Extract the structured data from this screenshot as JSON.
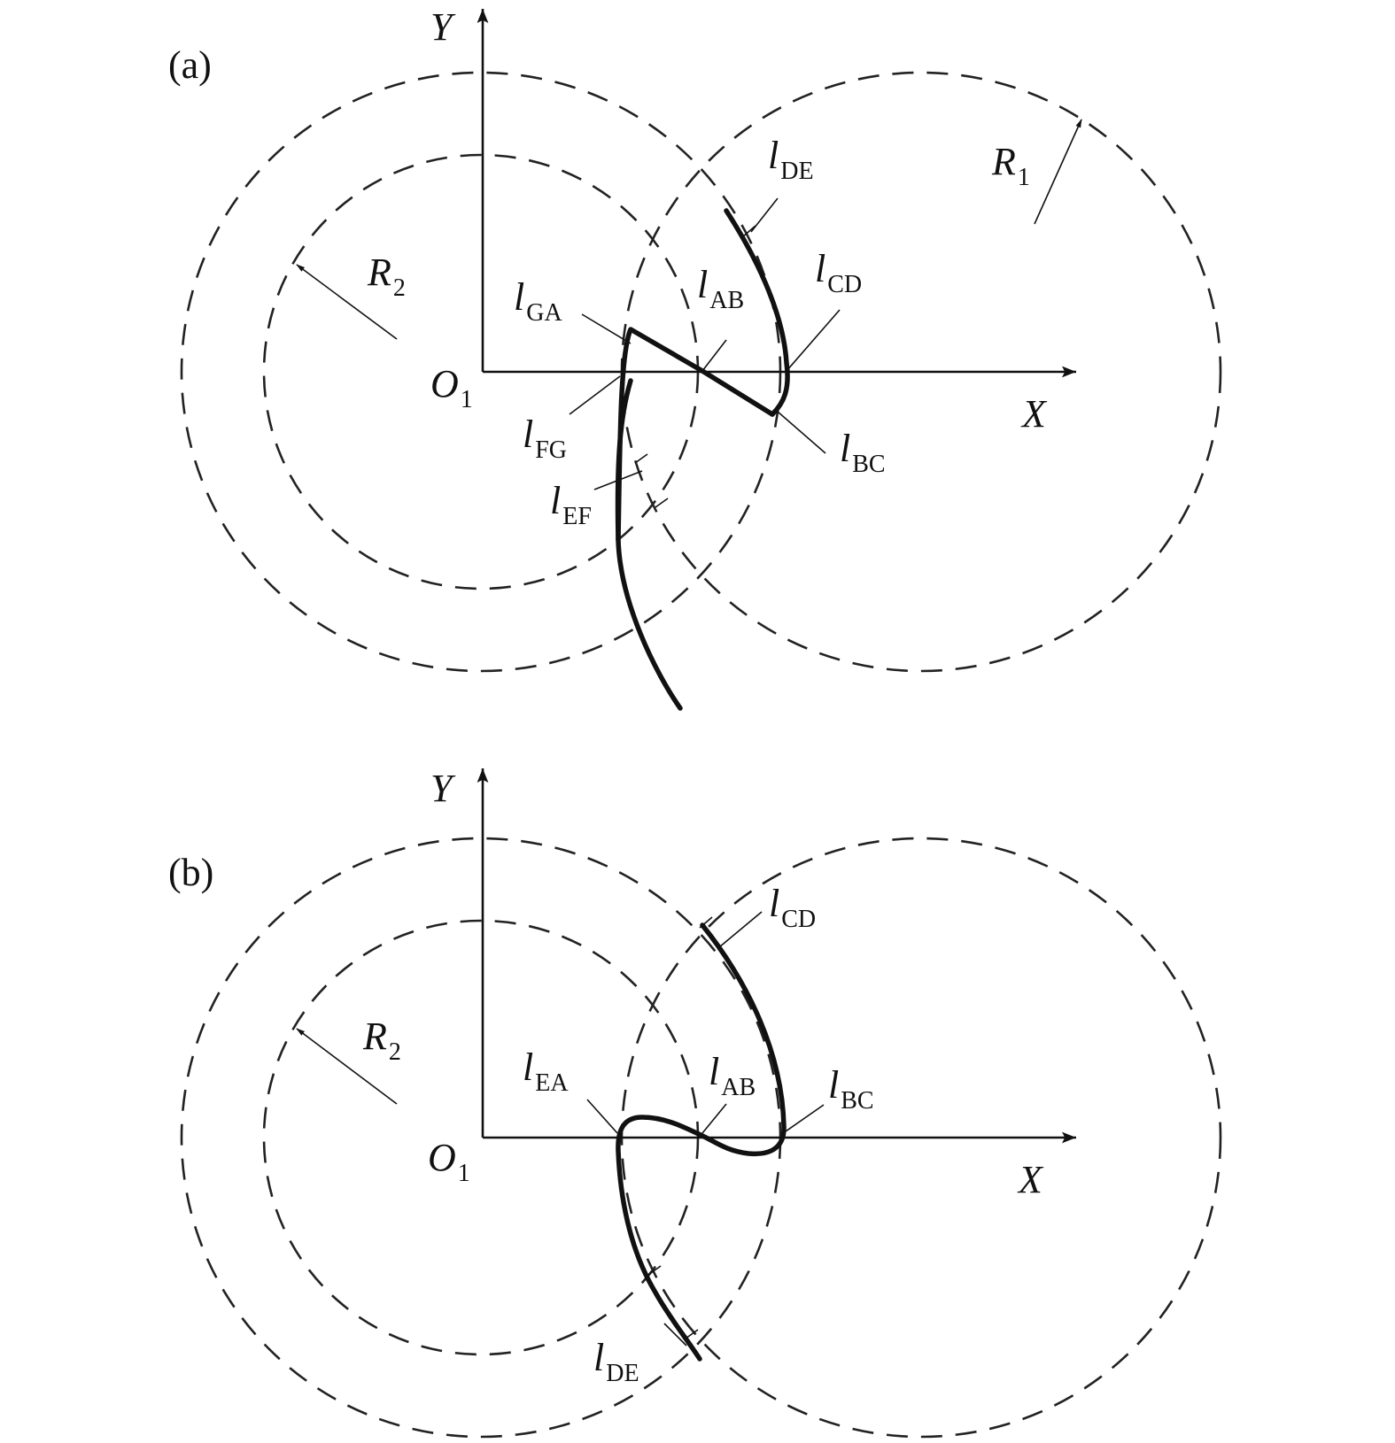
{
  "panel_a": {
    "tag": "(a)",
    "axis_x": "X",
    "axis_y": "Y",
    "origin": {
      "main": "O",
      "sub": "1"
    },
    "radius_outer": {
      "main": "R",
      "sub": "1"
    },
    "radius_inner": {
      "main": "R",
      "sub": "2"
    },
    "segments": {
      "DE": {
        "main": "l",
        "sub": "DE"
      },
      "CD": {
        "main": "l",
        "sub": "CD"
      },
      "AB": {
        "main": "l",
        "sub": "AB"
      },
      "GA": {
        "main": "l",
        "sub": "GA"
      },
      "FG": {
        "main": "l",
        "sub": "FG"
      },
      "BC": {
        "main": "l",
        "sub": "BC"
      },
      "EF": {
        "main": "l",
        "sub": "EF"
      }
    }
  },
  "panel_b": {
    "tag": "(b)",
    "axis_x": "X",
    "axis_y": "Y",
    "origin": {
      "main": "O",
      "sub": "1"
    },
    "radius_inner": {
      "main": "R",
      "sub": "2"
    },
    "segments": {
      "CD": {
        "main": "l",
        "sub": "CD"
      },
      "EA": {
        "main": "l",
        "sub": "EA"
      },
      "AB": {
        "main": "l",
        "sub": "AB"
      },
      "BC": {
        "main": "l",
        "sub": "BC"
      },
      "DE": {
        "main": "l",
        "sub": "DE"
      }
    }
  }
}
